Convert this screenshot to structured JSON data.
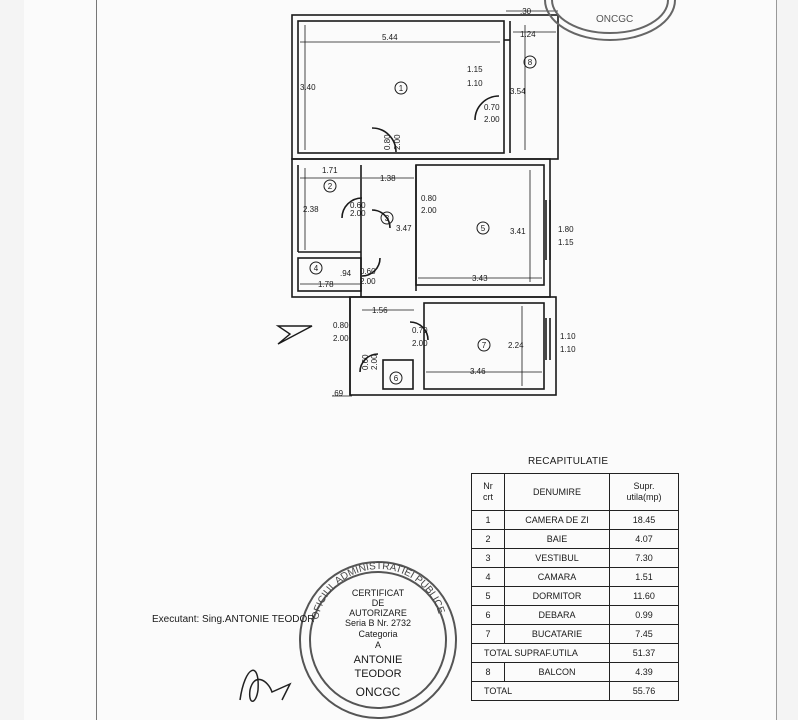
{
  "plan": {
    "dims": {
      "top_30": ".30",
      "width_544": "5.44",
      "balcony_124": "1.24",
      "h_340": "3.40",
      "h_354": "3.54",
      "win_115": "1.15",
      "win_110": "1.10",
      "door_070": "0.70",
      "door_200": "2.00",
      "door_080": "0.80",
      "w_171": "1.71",
      "w_138": "1.38",
      "h_238": "2.38",
      "d_060": "0.60",
      "h_347": "3.47",
      "h_341": "3.41",
      "win_180": "1.80",
      "win_115b": "1.15",
      "w_094": ".94",
      "w_178": "1.78",
      "w_343": "3.43",
      "w_156": "1.56",
      "h_224": "2.24",
      "win_110a": "1.10",
      "win_110b": "1.10",
      "w_346": "3.46",
      "w_069": ".69"
    },
    "rooms": {
      "r1": "1",
      "r2": "2",
      "r3": "3",
      "r4": "4",
      "r5": "5",
      "r6": "6",
      "r7": "7",
      "r8": "8"
    }
  },
  "table": {
    "title": "RECAPITULATIE",
    "headers": {
      "nr": "Nr\ncrt",
      "denumire": "DENUMIRE",
      "supr": "Supr.\nutila(mp)"
    },
    "rows": [
      {
        "nr": "1",
        "name": "CAMERA DE ZI",
        "value": "18.45"
      },
      {
        "nr": "2",
        "name": "BAIE",
        "value": "4.07"
      },
      {
        "nr": "3",
        "name": "VESTIBUL",
        "value": "7.30"
      },
      {
        "nr": "4",
        "name": "CAMARA",
        "value": "1.51"
      },
      {
        "nr": "5",
        "name": "DORMITOR",
        "value": "11.60"
      },
      {
        "nr": "6",
        "name": "DEBARA",
        "value": "0.99"
      },
      {
        "nr": "7",
        "name": "BUCATARIE",
        "value": "7.45"
      }
    ],
    "total_util_label": "TOTAL SUPRAF.UTILA",
    "total_util_value": "51.37",
    "balcon": {
      "nr": "8",
      "name": "BALCON",
      "value": "4.39"
    },
    "total_label": "TOTAL",
    "total_value": "55.76"
  },
  "executant": "Executant: Sing.ANTONIE TEODOR",
  "stamp": {
    "top_code": "ONCGC",
    "ring_text": "OFICIUL ADMINISTRATIEI PUBLICE",
    "certificat": "CERTIFICAT",
    "de": "DE",
    "autorizare": "AUTORIZARE",
    "seria": "Seria B Nr. 2732",
    "categoria": "Categoria",
    "a": "A",
    "name1": "ANTONIE",
    "name2": "TEODOR",
    "bottom_code": "ONCGC"
  }
}
